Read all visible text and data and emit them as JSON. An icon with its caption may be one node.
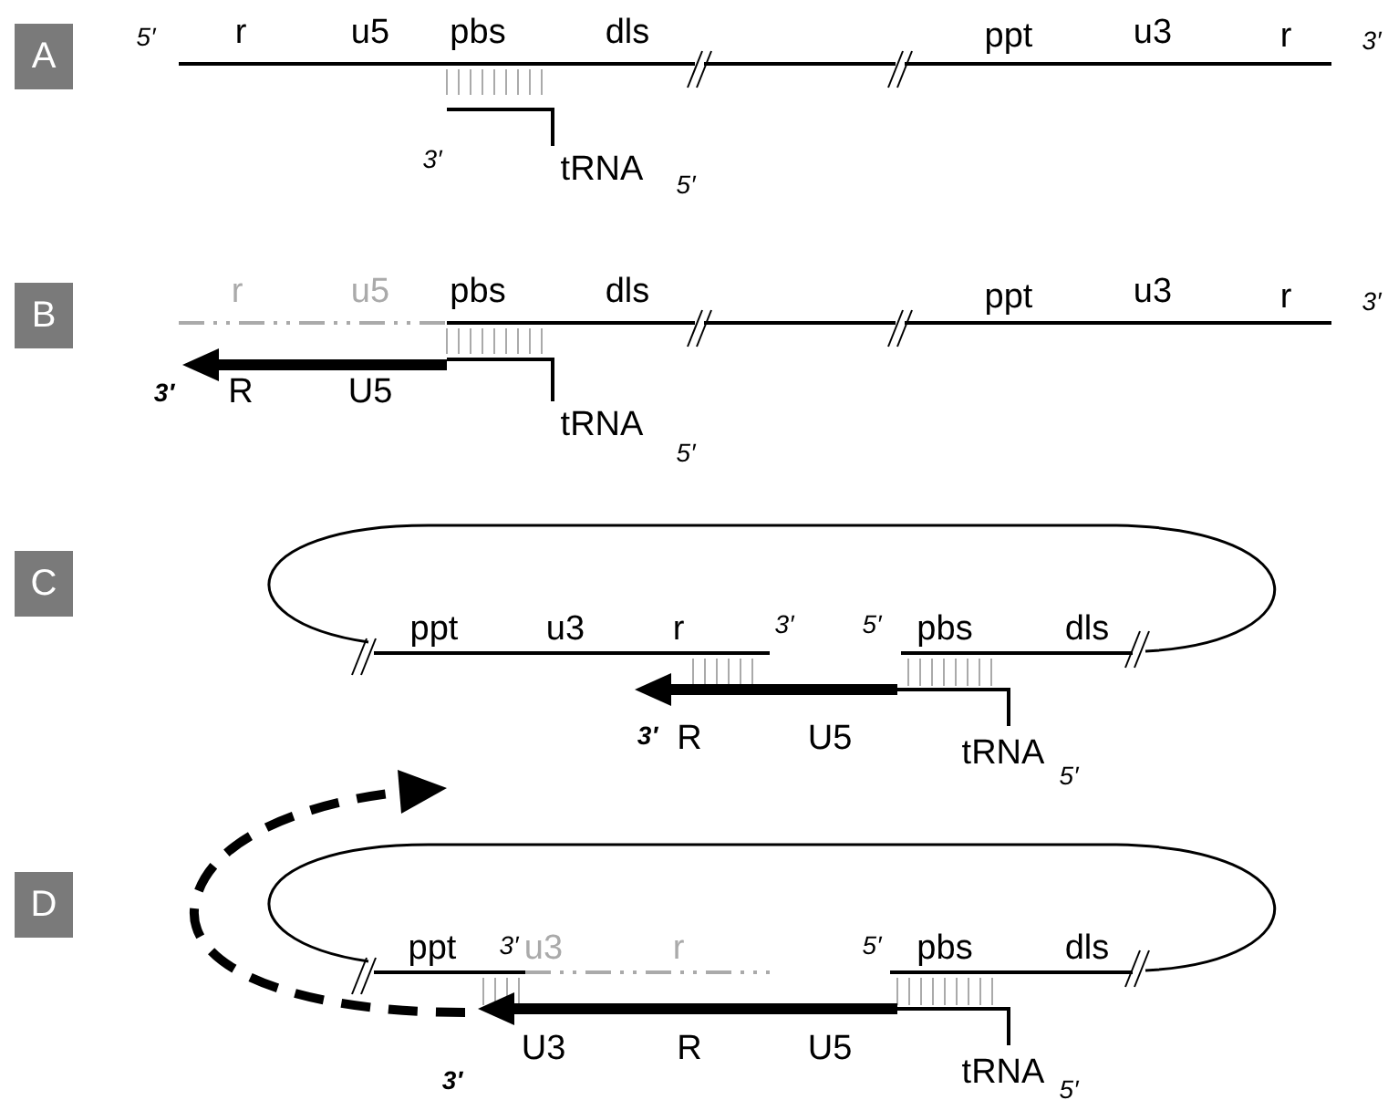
{
  "diagram": {
    "nodes": [
      {
        "text": [
          "A"
        ]
      },
      {
        "text": [
          "B"
        ]
      },
      {
        "text": [
          "C"
        ]
      },
      {
        "text": [
          "D"
        ]
      }
    ],
    "labels": [
      "5′",
      "r",
      "u5",
      "pbs",
      "dls",
      "ppt",
      "u3",
      "r",
      "3′",
      "3′",
      "tRNA",
      "5′",
      "r",
      "u5",
      "pbs",
      "dls",
      "ppt",
      "u3",
      "r",
      "3′",
      "3′",
      "R",
      "U5",
      "tRNA",
      "5′",
      "ppt",
      "u3",
      "r",
      "3′",
      "5′",
      "pbs",
      "dls",
      "3′",
      "R",
      "U5",
      "tRNA",
      "5′",
      "ppt",
      "3′",
      "u3",
      "r",
      "5′",
      "pbs",
      "dls",
      "U3",
      "R",
      "U5",
      "3′",
      "tRNA",
      "5′"
    ]
  }
}
